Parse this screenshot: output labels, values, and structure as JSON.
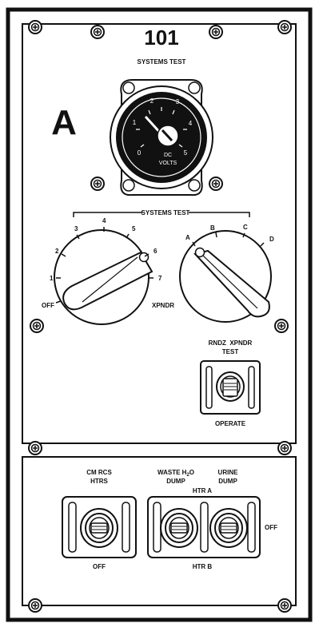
{
  "panel": {
    "number": "101",
    "title": "SYSTEMS TEST",
    "section_letter": "A"
  },
  "meter": {
    "units_line1": "DC",
    "units_line2": "VOLTS",
    "ticks": [
      "0",
      "1",
      "2",
      "3",
      "4",
      "5"
    ]
  },
  "systems_test_bracket": "SYSTEMS TEST",
  "left_rotary": {
    "positions": [
      "OFF",
      "1",
      "2",
      "3",
      "4",
      "5",
      "6",
      "7"
    ],
    "xpndr_label": "XPNDR"
  },
  "right_rotary": {
    "positions": [
      "A",
      "B",
      "C",
      "D"
    ]
  },
  "rndz_switch": {
    "label_line1": "RNDZ  XPNDR",
    "label_line2": "TEST",
    "bottom_label": "OPERATE"
  },
  "lower_section": {
    "cm_rcs_line1": "CM RCS",
    "cm_rcs_line2": "HTRS",
    "waste_line1": "WASTE H",
    "waste_sub": "2",
    "waste_suffix": "O",
    "waste_line2": "DUMP",
    "urine_line1": "URINE",
    "urine_line2": "DUMP",
    "htr_a": "HTR A",
    "htr_b": "HTR B",
    "off_left": "OFF",
    "off_right": "OFF"
  }
}
